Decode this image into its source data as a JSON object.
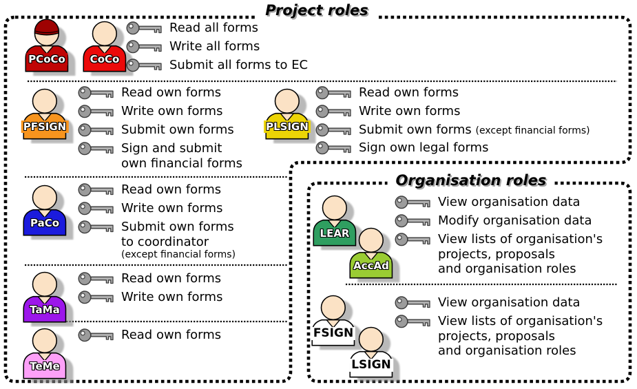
{
  "titles": {
    "project": "Project roles",
    "organisation": "Organisation roles"
  },
  "avatars": {
    "pcoco": {
      "label": "PCoCo",
      "color": "#c00505",
      "hat_color": "#9e0202"
    },
    "coco": {
      "label": "CoCo",
      "color": "#ec0a0a"
    },
    "pfsign": {
      "label": "PFSIGN",
      "color": "#f7941e"
    },
    "plsign": {
      "label": "PLSIGN",
      "color": "#ecd406"
    },
    "paco": {
      "label": "PaCo",
      "color": "#1b1bdd"
    },
    "tama": {
      "label": "TaMa",
      "color": "#9c17ea"
    },
    "teme": {
      "label": "TeMe",
      "color": "#fda0f8"
    },
    "lear": {
      "label": "LEAR",
      "color": "#2f9e60"
    },
    "accad": {
      "label": "AccAd",
      "color": "#9acc33"
    },
    "fsign": {
      "label": "FSIGN",
      "color": "#ffffff"
    },
    "lsign": {
      "label": "LSIGN",
      "color": "#ffffff"
    }
  },
  "permissions": {
    "coordinators": [
      "Read all forms",
      "Write all forms",
      "Submit all forms to EC"
    ],
    "pfsign": [
      "Read own forms",
      "Write own forms",
      "Submit own forms"
    ],
    "pfsign_sign": {
      "line1": "Sign and submit",
      "line2": "own financial forms"
    },
    "plsign": [
      "Read own forms",
      "Write own forms"
    ],
    "plsign_submit": {
      "main": "Submit own forms",
      "note": "(except financial forms)"
    },
    "plsign_sign": "Sign own legal forms",
    "paco": [
      "Read own forms",
      "Write own forms"
    ],
    "paco_submit": {
      "line1": "Submit own forms",
      "line2": "to coordinator",
      "note": "(except financial forms)"
    },
    "tama": [
      "Read own forms",
      "Write own forms"
    ],
    "teme": [
      "Read own forms"
    ],
    "org_admin": [
      "View organisation data",
      "Modify organisation data"
    ],
    "org_admin_lists": {
      "line1": "View lists of organisation's",
      "line2": "projects, proposals",
      "line3": "and organisation roles"
    },
    "org_view": [
      "View organisation data"
    ],
    "org_view_lists": {
      "line1": "View lists of organisation's",
      "line2": "projects, proposals",
      "line3": "and organisation roles"
    }
  },
  "colors": {
    "skin": "#fbe2c5",
    "key_metal": "#a8a8a8",
    "avatar_shadow": "#8f8f8f",
    "title_shadow": "#a6a6a6"
  }
}
